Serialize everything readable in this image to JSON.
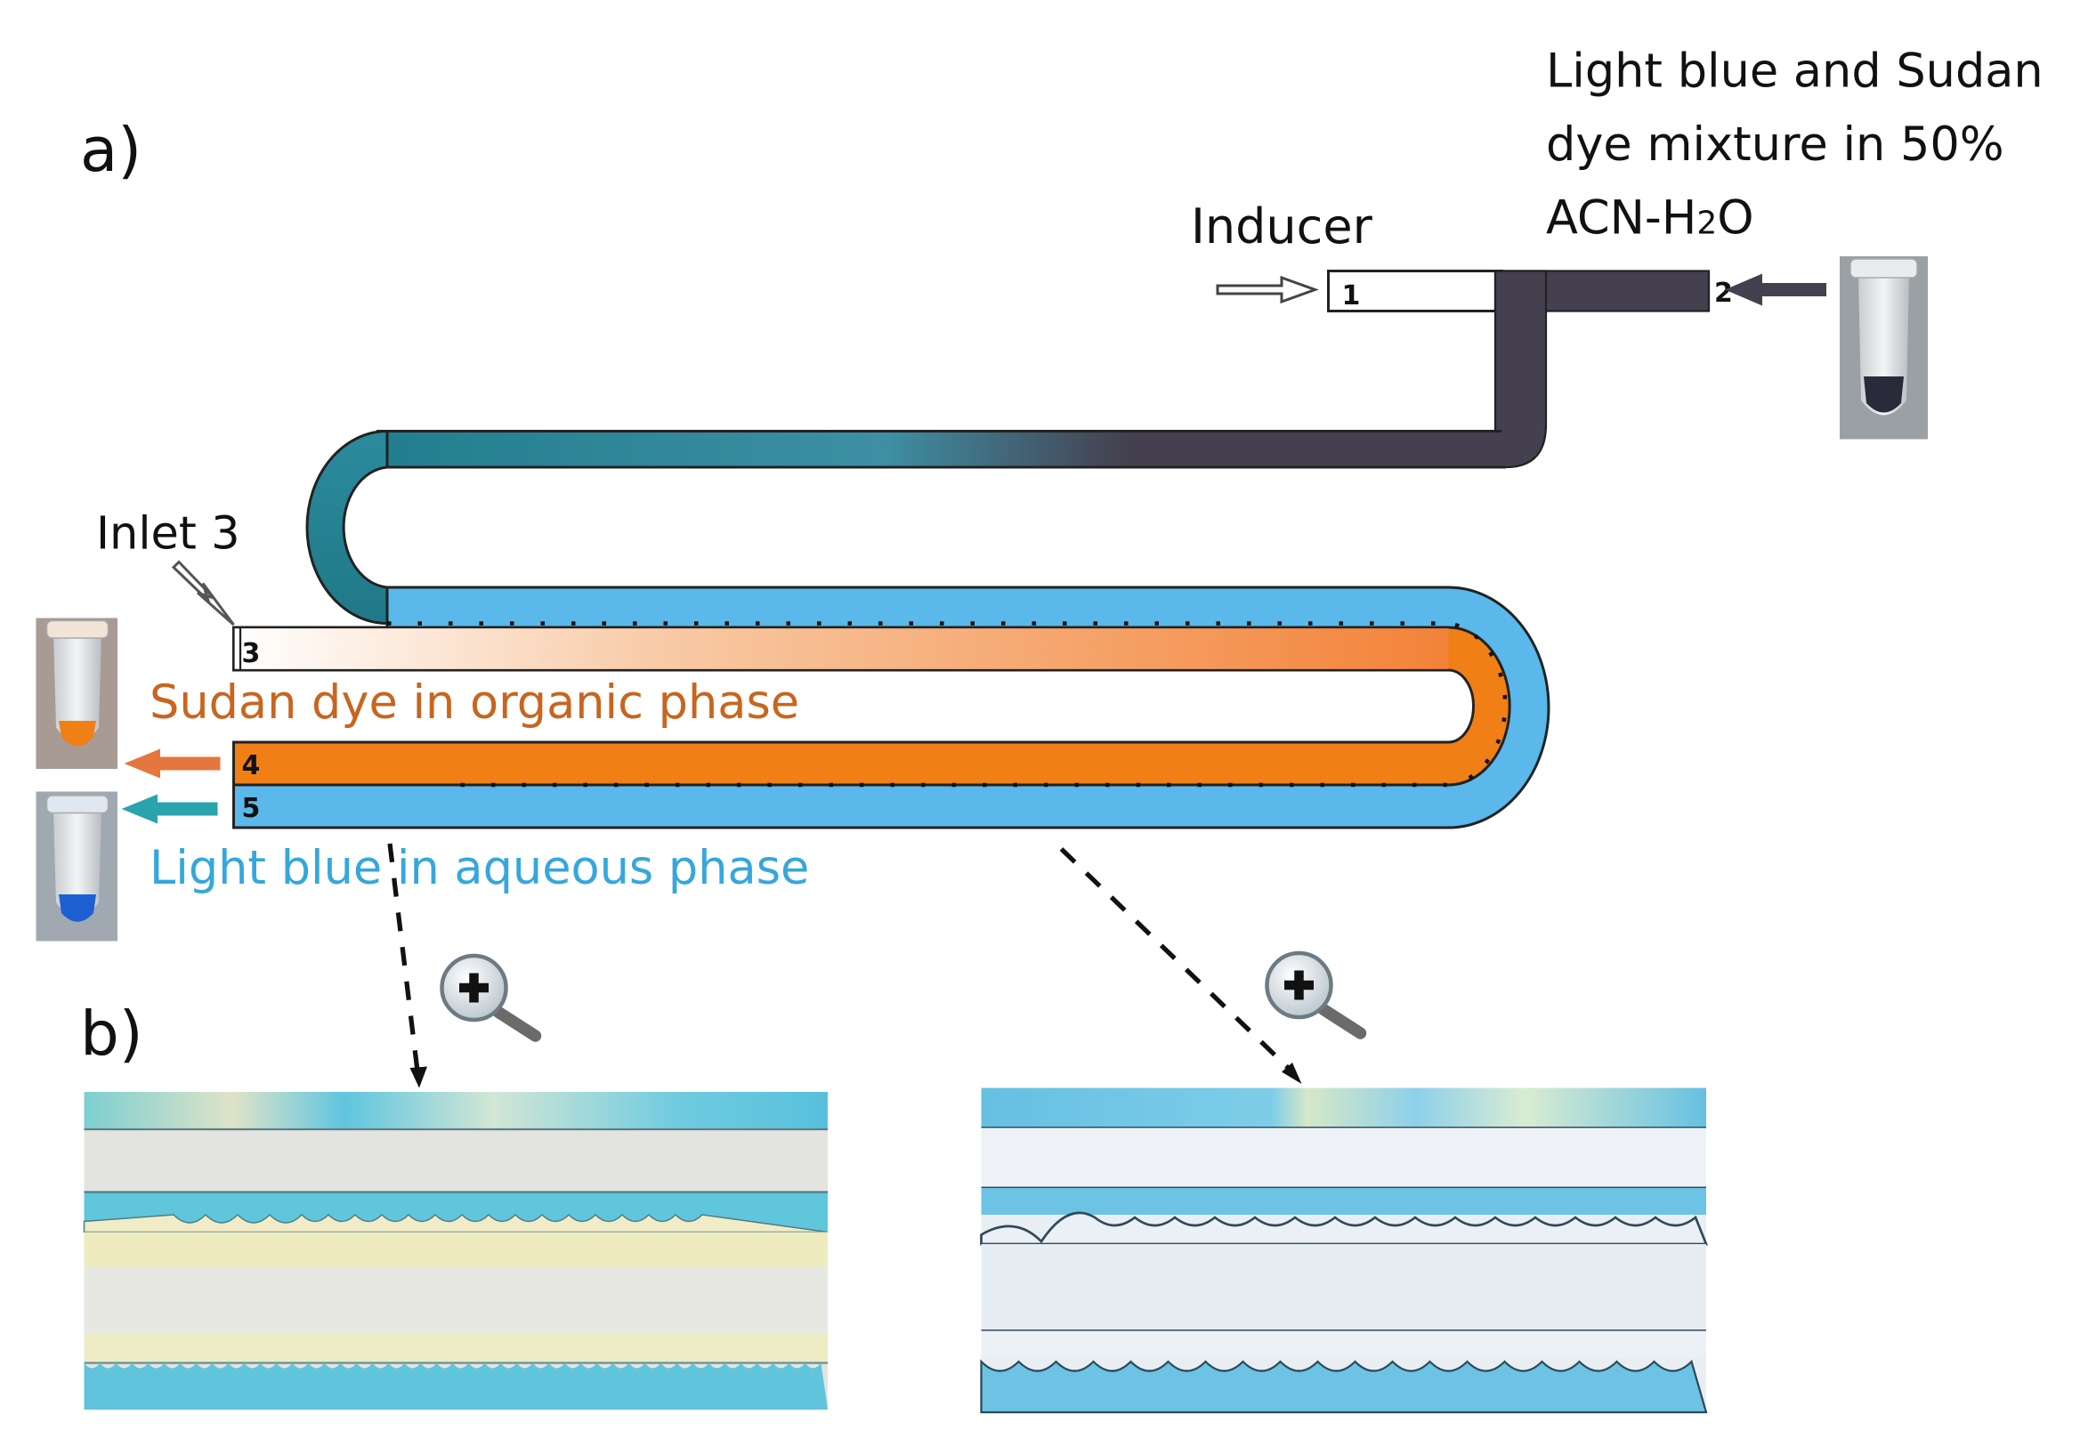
{
  "panels": {
    "a": "a)",
    "b": "b)"
  },
  "labels": {
    "inducer": "Inducer",
    "mixture_line1": "Light blue and Sudan",
    "mixture_line2": "dye mixture in 50%",
    "mixture_line3_pre": "ACN-H",
    "mixture_line3_sub": "2",
    "mixture_line3_post": "O",
    "inlet3": "Inlet 3",
    "organic_phase": "Sudan dye in organic phase",
    "aqueous_phase": "Light blue in aqueous phase"
  },
  "port_numbers": {
    "p1": "1",
    "p2": "2",
    "p3": "3",
    "p4": "4",
    "p5": "5"
  },
  "icons": {
    "zoom": "magnifier-plus-icon",
    "tube": "sample-tube-icon"
  },
  "colors": {
    "mixture": "#45404f",
    "teal": "#27889a",
    "aqueous": "#5ab8ea",
    "organic": "#f07f16",
    "organic_light": "#fbdcc4",
    "organic_label": "#c8651f",
    "aqueous_label": "#35a7dc",
    "organic_arrow": "#e5763e",
    "aqueous_arrow": "#2aa3ad"
  }
}
